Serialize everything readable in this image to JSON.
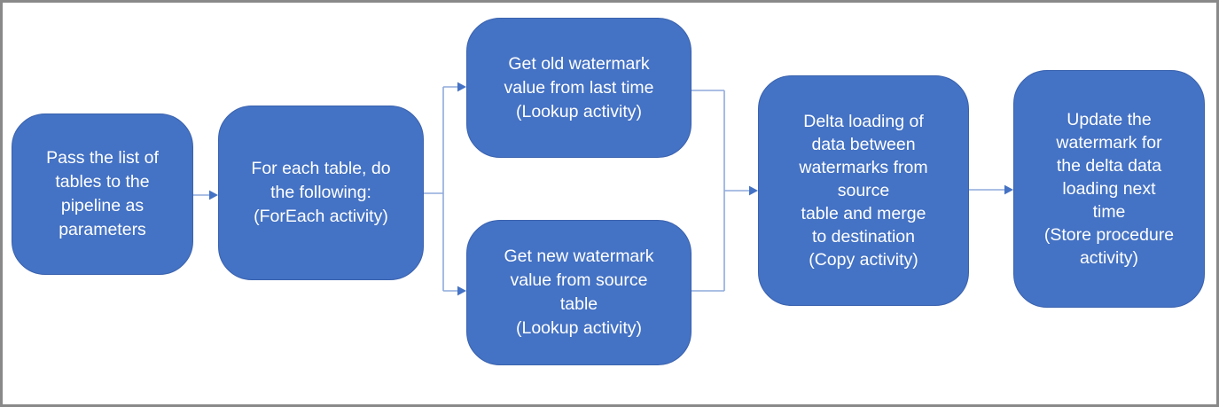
{
  "theme": {
    "canvas_background": "#ffffff",
    "frame_border": "#898989",
    "node_fill": "#4472c4",
    "node_border": "#3a62ae",
    "node_text": "#ffffff",
    "connector_line": "#8faadc",
    "arrowhead": "#4472c4"
  },
  "nodes": [
    {
      "id": "pass-list",
      "text": "Pass the list of\ntables to the\npipeline as\nparameters"
    },
    {
      "id": "foreach",
      "text": "For each table, do\nthe following:\n(ForEach activity)"
    },
    {
      "id": "get-old-watermark",
      "text": "Get old watermark\nvalue from last time\n(Lookup activity)"
    },
    {
      "id": "get-new-watermark",
      "text": "Get new watermark\nvalue from source\ntable\n(Lookup activity)"
    },
    {
      "id": "delta-loading",
      "text": "Delta loading of\ndata between\nwatermarks from\nsource\ntable and merge\nto destination\n(Copy activity)"
    },
    {
      "id": "update-watermark",
      "text": "Update the\nwatermark for\nthe delta data\nloading next\ntime\n(Store procedure\nactivity)"
    }
  ]
}
